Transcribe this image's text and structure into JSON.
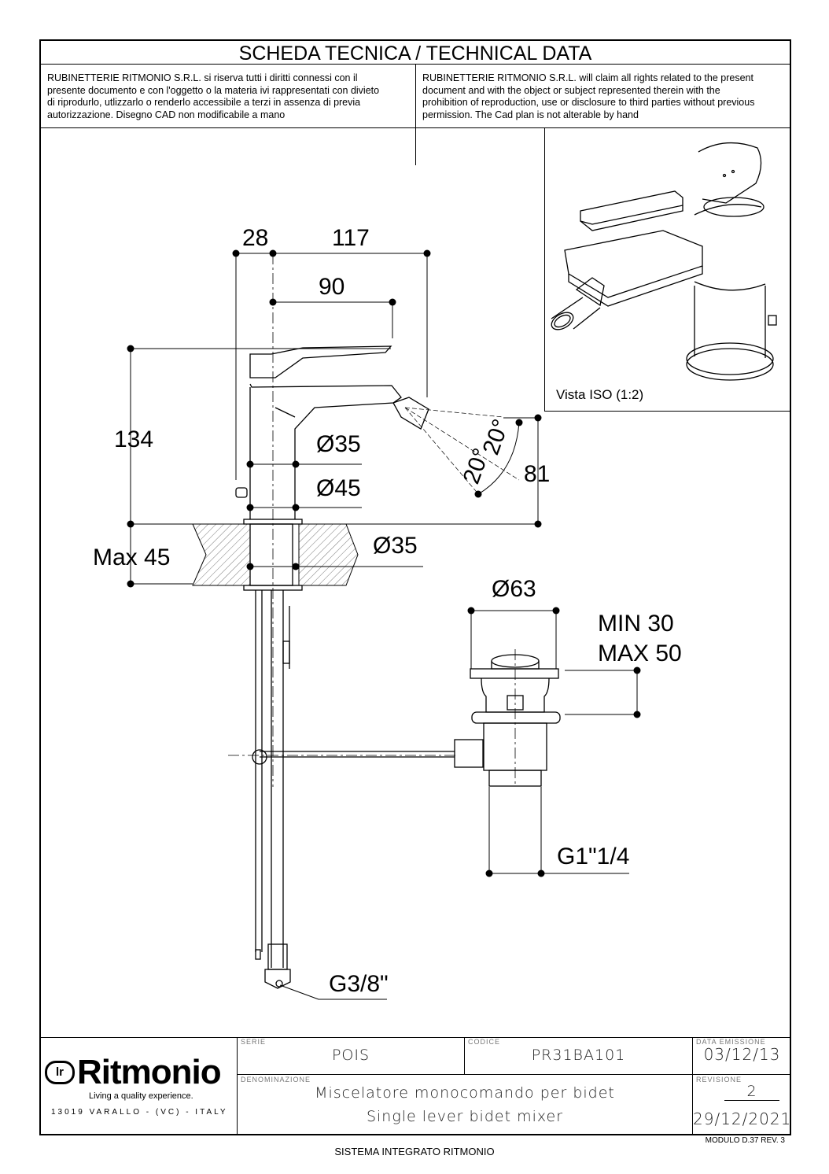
{
  "header": {
    "title": "SCHEDA TECNICA / TECHNICAL DATA",
    "notice_it": "RUBINETTERIE RITMONIO S.R.L. si riserva tutti i diritti connessi con il\npresente documento e con l'oggetto o la materia ivi rappresentati con divieto\ndi riprodurlo, utlizzarlo o renderlo accessibile a terzi in assenza di previa\nautorizzazione. Disegno CAD non modificabile a mano",
    "notice_en": "RUBINETTERIE RITMONIO S.R.L. will claim all rights related to the present\ndocument and with the object or subject represented therein with the\nprohibition  of reproduction, use or disclosure to third parties without previous\npermission.  The Cad plan is not alterable by hand"
  },
  "iso_view": {
    "label": "Vista ISO (1:2)"
  },
  "dimensions": {
    "d28": "28",
    "d117": "117",
    "d90": "90",
    "d134": "134",
    "dia35_body": "Ø35",
    "dia45": "Ø45",
    "dia35_hole": "Ø35",
    "max45": "Max 45",
    "angle_a": "20°",
    "angle_b": "20°",
    "d81": "81",
    "dia63": "Ø63",
    "min30": "MIN 30",
    "max50": "MAX 50",
    "g114": "G1\"1/4",
    "g38": "G3/8\""
  },
  "title_block": {
    "serie_label": "SERIE",
    "serie": "POIS",
    "codice_label": "CODICE",
    "codice": "PR31BA101",
    "data_label": "DATA EMISSIONE",
    "data": "03/12/13",
    "denominazione_label": "DENOMINAZIONE",
    "denominazione_it": "Miscelatore monocomando per bidet",
    "denominazione_en": "Single lever bidet mixer",
    "revisione_label": "REVISIONE",
    "revisione": "2",
    "revisione_data": "29/12/2021",
    "logo_mark": "lr",
    "logo_word": "Ritmonio",
    "logo_tagline": "Living a quality experience.",
    "address": "13019 VARALLO - (VC) - ITALY"
  },
  "footer": {
    "system": "SISTEMA INTEGRATO RITMONIO",
    "module": "MODULO D.37 REV. 3"
  }
}
